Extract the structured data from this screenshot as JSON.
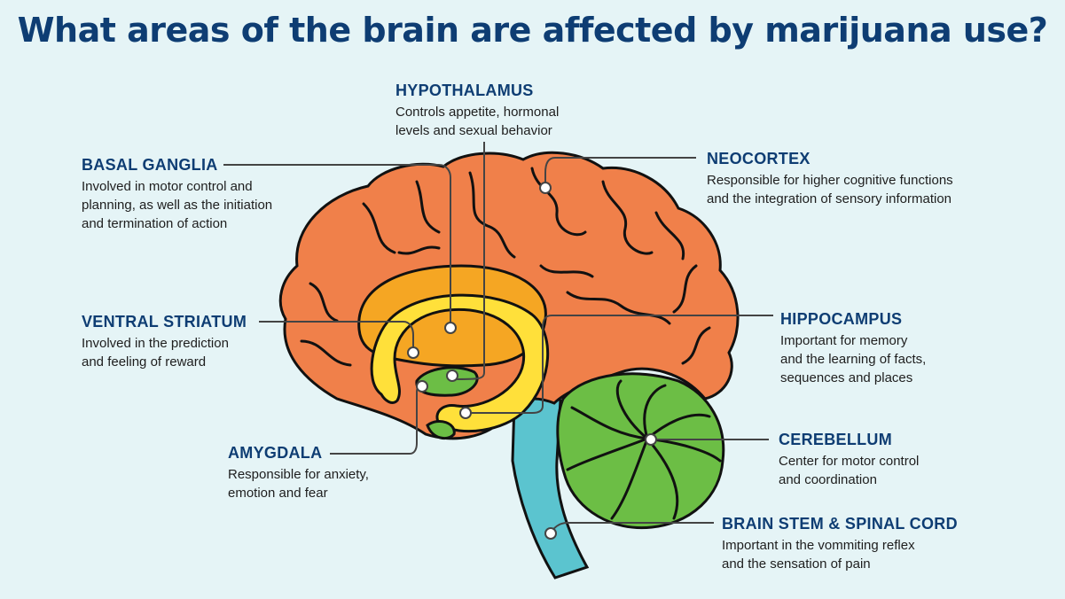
{
  "title": "What areas of the brain are affected by marijuana use?",
  "colors": {
    "background": "#e5f4f6",
    "title": "#0e3d73",
    "neocortex": "#f0804a",
    "basal_ganglia": "#f5a623",
    "ventral_striatum": "#ffe03a",
    "amygdala": "#6cbe45",
    "cerebellum": "#6cbe45",
    "brain_stem": "#5bc4cf",
    "outline": "#111111"
  },
  "labels": {
    "hypothalamus": {
      "name": "HYPOTHALAMUS",
      "desc": "Controls appetite, hormonal\nlevels and sexual behavior"
    },
    "basal_ganglia": {
      "name": "BASAL GANGLIA",
      "desc": "Involved in motor control and\nplanning, as well as the initiation\nand termination of action"
    },
    "neocortex": {
      "name": "NEOCORTEX",
      "desc": "Responsible for higher cognitive functions\nand the integration of sensory information"
    },
    "ventral_striatum": {
      "name": "VENTRAL STRIATUM",
      "desc": "Involved in the prediction\nand feeling of reward"
    },
    "hippocampus": {
      "name": "HIPPOCAMPUS",
      "desc": "Important for memory\nand the learning of facts,\nsequences and places"
    },
    "amygdala": {
      "name": "AMYGDALA",
      "desc": "Responsible for anxiety,\nemotion and fear"
    },
    "cerebellum": {
      "name": "CEREBELLUM",
      "desc": "Center for motor control\nand coordination"
    },
    "brain_stem": {
      "name": "BRAIN STEM & SPINAL CORD",
      "desc": "Important in the vommiting reflex\nand the sensation of pain"
    }
  }
}
